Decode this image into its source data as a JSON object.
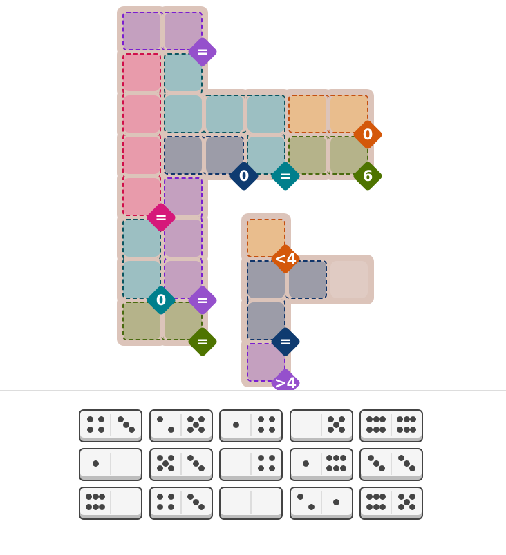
{
  "regions": [
    {
      "id": "purple-top",
      "label": "=",
      "fill": "#c4a0bf",
      "dash": "#7a1fd0",
      "badge": "#9550cc"
    },
    {
      "id": "pink",
      "label": "=",
      "fill": "#e89bab",
      "dash": "#d0104a",
      "badge": "#d6187a"
    },
    {
      "id": "teal-top",
      "label": "=",
      "fill": "#9cbfc2",
      "dash": "#0a5560",
      "badge": "#007f8c"
    },
    {
      "id": "orange-top",
      "label": "0",
      "fill": "#e9bd8d",
      "dash": "#c45010",
      "badge": "#d4580a"
    },
    {
      "id": "olive-top",
      "label": "6",
      "fill": "#b5b38a",
      "dash": "#4a6b10",
      "badge": "#4e7400"
    },
    {
      "id": "navy-top",
      "label": "0",
      "fill": "#9c9ca8",
      "dash": "#10356a",
      "badge": "#0f3b70"
    },
    {
      "id": "purple-mid",
      "label": "=",
      "fill": "#c4a0bf",
      "dash": "#7a1fd0",
      "badge": "#9550cc"
    },
    {
      "id": "teal-left",
      "label": "0",
      "fill": "#9cbfc2",
      "dash": "#0a5560",
      "badge": "#007f8c"
    },
    {
      "id": "olive-bottom",
      "label": "=",
      "fill": "#b5b38a",
      "dash": "#4a6b10",
      "badge": "#4e7400"
    },
    {
      "id": "orange-right",
      "label": "<4",
      "fill": "#e9bd8d",
      "dash": "#c45010",
      "badge": "#d4580a"
    },
    {
      "id": "navy-right",
      "label": "=",
      "fill": "#9c9ca8",
      "dash": "#10356a",
      "badge": "#0f3b70"
    },
    {
      "id": "purple-bottom",
      "label": ">4",
      "fill": "#c4a0bf",
      "dash": "#7a1fd0",
      "badge": "#9550cc"
    }
  ],
  "dominoes": [
    [
      4,
      3
    ],
    [
      2,
      5
    ],
    [
      1,
      4
    ],
    [
      0,
      5
    ],
    [
      6,
      6
    ],
    [
      1,
      0
    ],
    [
      5,
      3
    ],
    [
      0,
      4
    ],
    [
      1,
      6
    ],
    [
      3,
      3
    ],
    [
      6,
      0
    ],
    [
      4,
      3
    ],
    [
      0,
      0
    ],
    [
      2,
      1
    ],
    [
      6,
      5
    ]
  ]
}
